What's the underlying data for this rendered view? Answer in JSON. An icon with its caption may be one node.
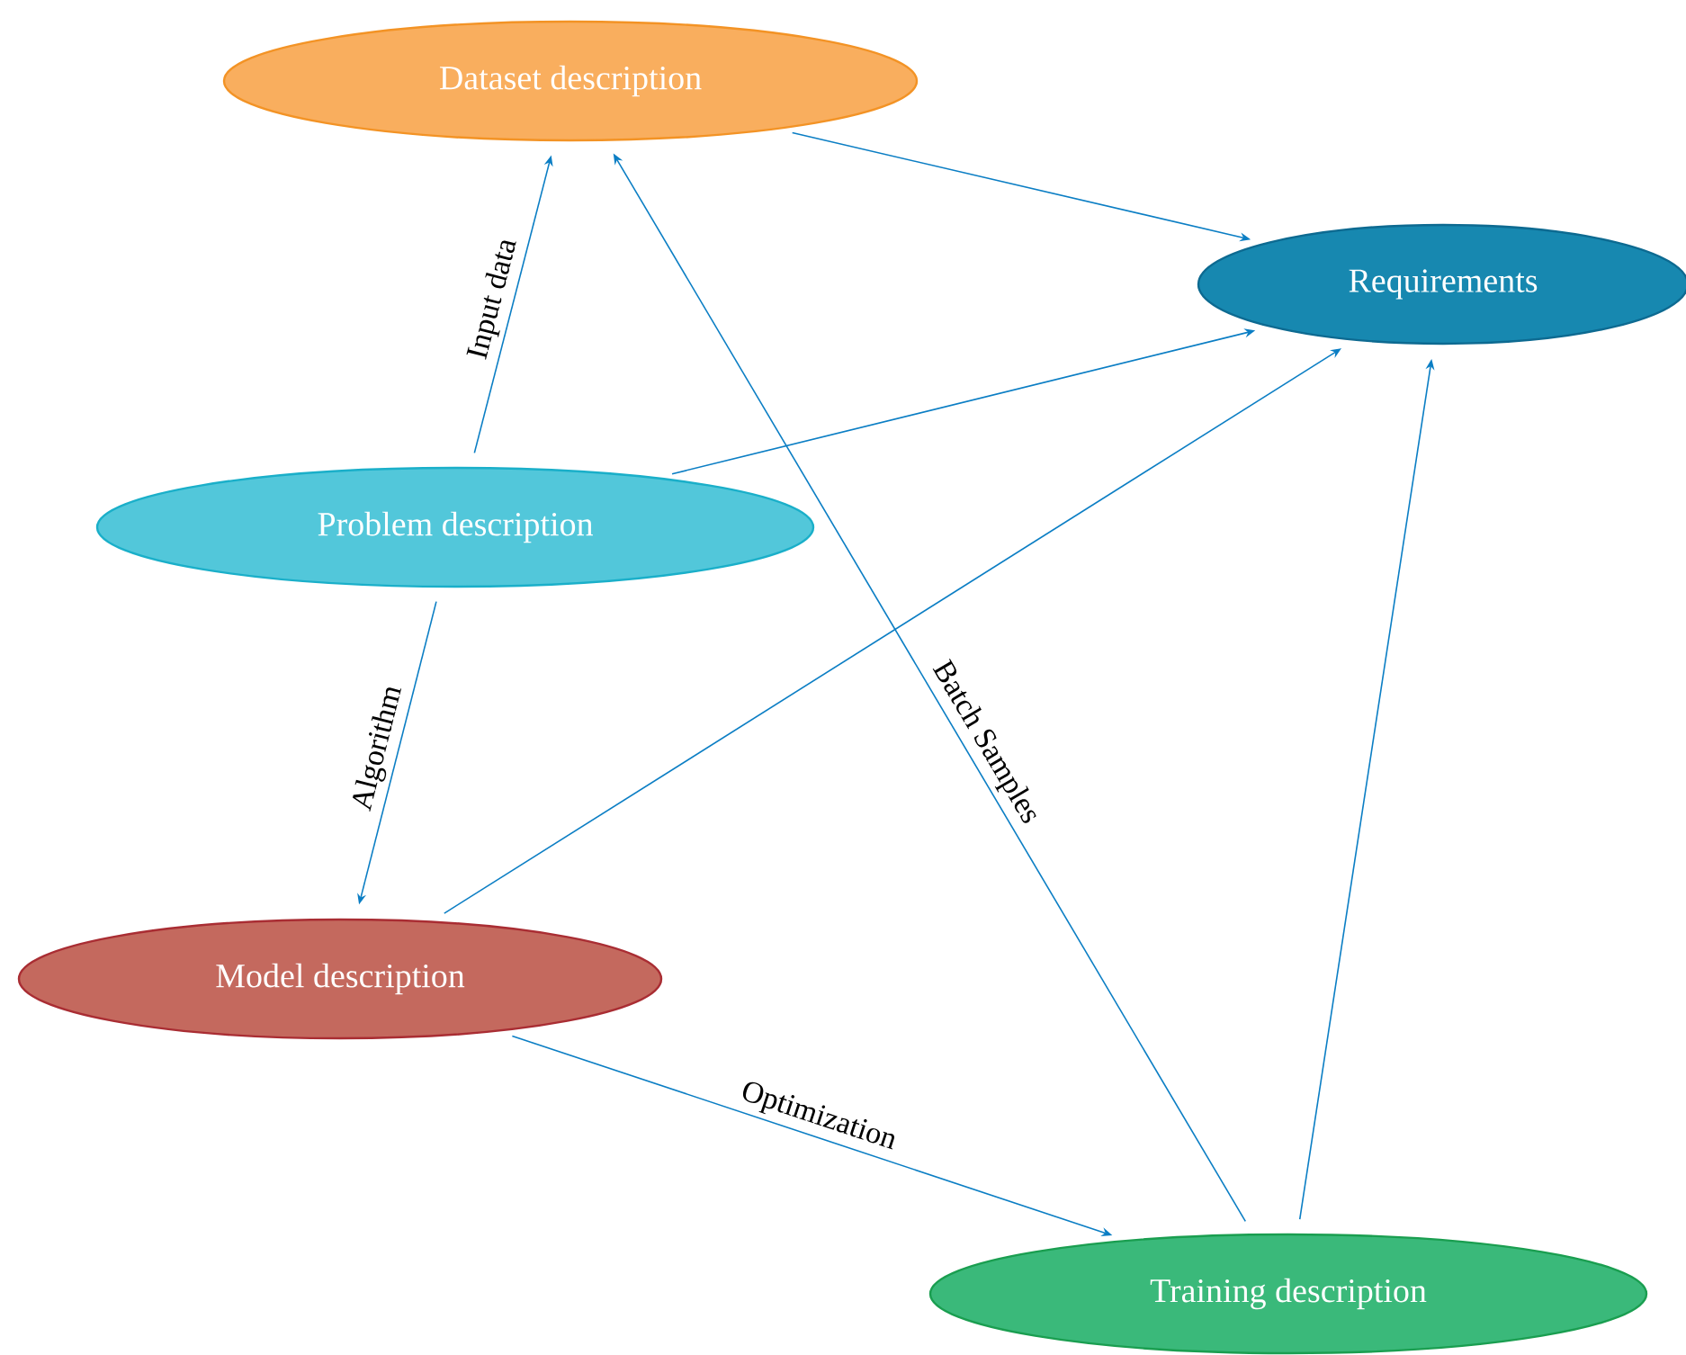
{
  "diagram": {
    "nodes": [
      {
        "text": [
          "Dataset description"
        ]
      },
      {
        "text": [
          "Requirements"
        ]
      },
      {
        "text": [
          "Problem description"
        ]
      },
      {
        "text": [
          "Model description"
        ]
      },
      {
        "text": [
          "Training description"
        ]
      }
    ],
    "edges": [
      {
        "from": 0,
        "to": 1,
        "arrow": "to"
      },
      {
        "from": 2,
        "to": 0,
        "arrow": "to",
        "label": "Input data"
      },
      {
        "from": 2,
        "to": 1,
        "arrow": "to"
      },
      {
        "from": 2,
        "to": 3,
        "arrow": "to",
        "label": "Algorithm"
      },
      {
        "from": 3,
        "to": 1,
        "arrow": "to"
      },
      {
        "from": 3,
        "to": 4,
        "arrow": "to",
        "label": "Optimization"
      },
      {
        "from": 4,
        "to": 0,
        "arrow": "to",
        "label": "Batch Samples"
      },
      {
        "from": 4,
        "to": 1,
        "arrow": "to"
      }
    ]
  }
}
